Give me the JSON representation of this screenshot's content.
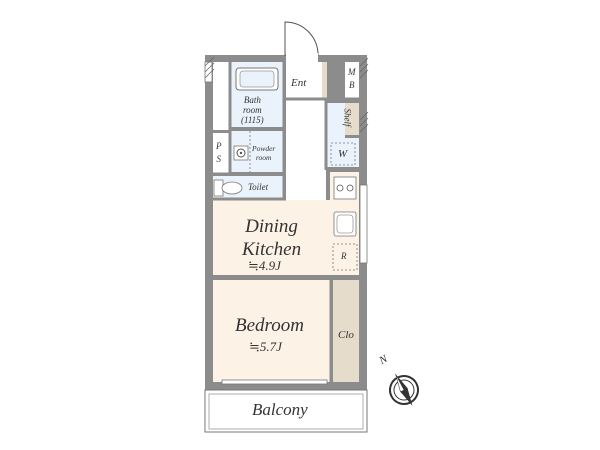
{
  "rooms": {
    "entrance": "Ent",
    "meter_box": "M\nB",
    "shelf": "Shelf",
    "bathroom": "Bath\nroom\n(1115)",
    "powder_room": "Powder\nroom",
    "pipe_space": "P\nS",
    "toilet": "Toilet",
    "washer": "W",
    "dining_kitchen": "Dining\nKitchen",
    "dining_kitchen_area": "≒4.9J",
    "refrigerator": "R",
    "bedroom": "Bedroom",
    "bedroom_area": "≒5.7J",
    "closet": "Clo",
    "balcony": "Balcony"
  },
  "compass": {
    "north": "N"
  },
  "colors": {
    "wall": "#8c8c8c",
    "room_floor": "#fdf2e6",
    "wet_area": "#eaf3fb",
    "closet": "#e6dccb",
    "hall": "#ffffff"
  },
  "icons": [
    "bathtub-icon",
    "washbasin-icon",
    "toilet-icon",
    "stove-icon",
    "sink-icon",
    "compass-icon"
  ]
}
